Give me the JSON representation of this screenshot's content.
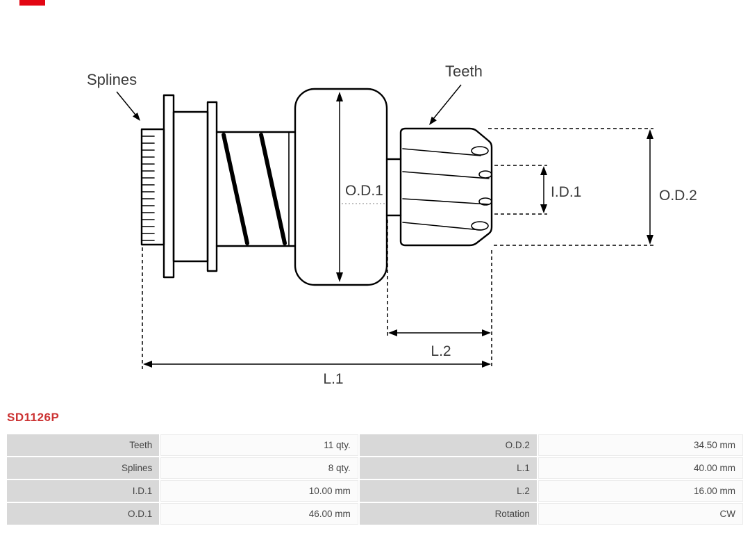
{
  "brand": {
    "accent_color": "#e30613"
  },
  "part": {
    "number": "SD1126P",
    "number_color": "#cc3333"
  },
  "diagram": {
    "labels": {
      "splines": "Splines",
      "teeth": "Teeth",
      "od1": "O.D.1",
      "id1": "I.D.1",
      "od2": "O.D.2",
      "l2": "L.2",
      "l1": "L.1"
    }
  },
  "table": {
    "rows": [
      {
        "c0": "Teeth",
        "c1": "11 qty.",
        "c2": "O.D.2",
        "c3": "34.50 mm"
      },
      {
        "c0": "Splines",
        "c1": "8 qty.",
        "c2": "L.1",
        "c3": "40.00 mm"
      },
      {
        "c0": "I.D.1",
        "c1": "10.00 mm",
        "c2": "L.2",
        "c3": "16.00 mm"
      },
      {
        "c0": "O.D.1",
        "c1": "46.00 mm",
        "c2": "Rotation",
        "c3": "CW"
      }
    ]
  }
}
